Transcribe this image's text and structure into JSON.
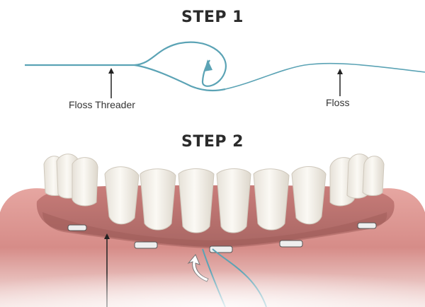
{
  "step1": {
    "title": "STEP 1",
    "threader_label": "Floss Threader",
    "floss_label": "Floss"
  },
  "step2": {
    "title": "STEP 2"
  },
  "colors": {
    "floss": "#5ba3b5",
    "gum": "#d9908d",
    "gum_dark": "#b86f6d",
    "tooth": "#f7f4ee",
    "arrow": "#222222"
  }
}
